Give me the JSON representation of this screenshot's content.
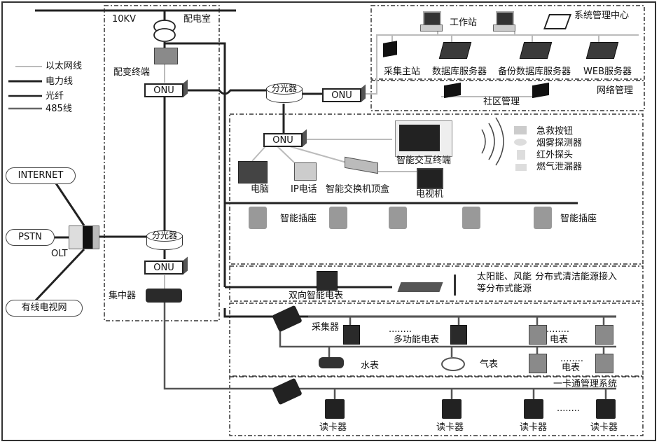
{
  "legend": {
    "items": [
      {
        "label": "以太网线",
        "color": "#bbbbbb"
      },
      {
        "label": "电力线",
        "color": "#222222"
      },
      {
        "label": "光纤",
        "color": "#222222"
      },
      {
        "label": "485线",
        "color": "#666666"
      }
    ]
  },
  "substation": {
    "voltage": "10KV",
    "room": "配电室",
    "terminal": "配变终端",
    "onu": "ONU",
    "splitter": "分光器",
    "onu2": "ONU",
    "concentrator": "集中器"
  },
  "external": {
    "internet": "INTERNET",
    "pstn": "PSTN",
    "olt": "OLT",
    "cable_tv": "有线电视网"
  },
  "management": {
    "title": "系统管理中心",
    "workstation": "工作站",
    "devices": [
      "采集主站",
      "数据库服务器",
      "备份数据库服务器",
      "WEB服务器"
    ],
    "network_title": "网络管理",
    "community": "社区管理",
    "splitter": "分光器",
    "onu": "ONU"
  },
  "home": {
    "onu": "ONU",
    "terminal": "智能交互终端",
    "sensors": [
      "急救按钮",
      "烟雾探测器",
      "红外探头",
      "燃气泄漏器"
    ],
    "pc": "电脑",
    "phone": "IP电话",
    "stb": "智能交换机顶盒",
    "tv": "电视机",
    "socket_label": "智能插座",
    "socket_label2": "智能插座"
  },
  "energy": {
    "meter": "双向智能电表",
    "source": "太阳能、风能",
    "source2": "等分布式能源",
    "title": "分布式清洁能源接入"
  },
  "metering": {
    "collector": "采集器",
    "multi_meter": "多功能电表",
    "meter": "电表",
    "water": "水表",
    "gas": "气表",
    "meter2": "电表",
    "dots": "........"
  },
  "card": {
    "title": "一卡通管理系统",
    "readers": [
      "读卡器",
      "读卡器",
      "读卡器",
      "读卡器"
    ],
    "dots": "........"
  }
}
